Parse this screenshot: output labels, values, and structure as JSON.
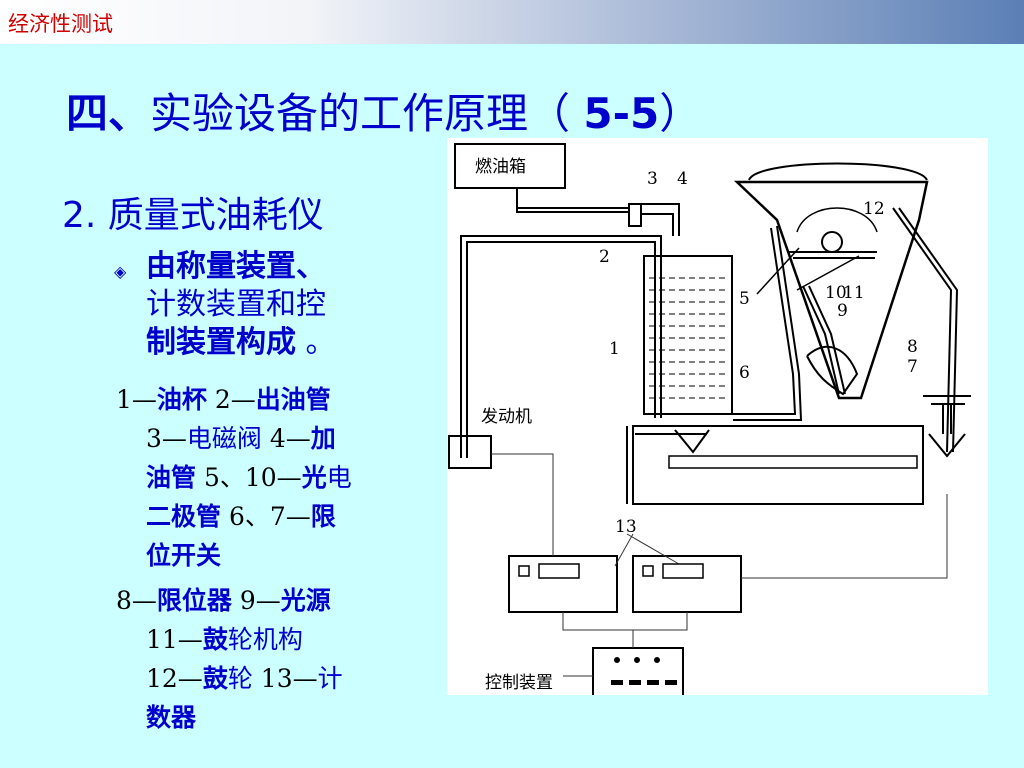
{
  "header": {
    "title": "经济性测试"
  },
  "slide": {
    "title_prefix": "四、",
    "title_main": "实验设备的工作原理（",
    "title_num": "5-5",
    "title_close": "）",
    "subheading": "2.  质量式油耗仪",
    "bullet_bold": "由称量装置、",
    "bullet_normal": "计数装置和控",
    "bullet_bold2": "制装置构成",
    "bullet_end": " 。"
  },
  "legend": {
    "l1a_num": "1—",
    "l1a": "油杯",
    "l1b_num": "  2—",
    "l1b": "出油管",
    "l2a_num": "3—",
    "l2a": "电磁阀",
    "l2b_num": "  4—",
    "l2b": "加",
    "l3a": "油管",
    "l3b_num": "  5、10—",
    "l3b_bold": "光",
    "l3b": "电",
    "l4a": "二极管",
    "l4b_num": "  6、7—",
    "l4b": "限",
    "l5a": "位开关",
    "l6a_num": "8—",
    "l6a": "限位器",
    "l6b_num": "  9—",
    "l6b": "光源",
    "l7a_num": "11—",
    "l7a_bold": "鼓",
    "l7a": "轮机构",
    "l8a_num": "12—",
    "l8a_bold": "鼓",
    "l8a": "轮",
    "l8b_num": "  13—",
    "l8b": "计",
    "l9a": "数器"
  },
  "diagram": {
    "fuel_tank": "燃油箱",
    "engine": "发动机",
    "control_device": "控制装置",
    "labels": [
      "1",
      "2",
      "3",
      "4",
      "5",
      "6",
      "7",
      "8",
      "9",
      "10",
      "11",
      "12",
      "13"
    ]
  }
}
